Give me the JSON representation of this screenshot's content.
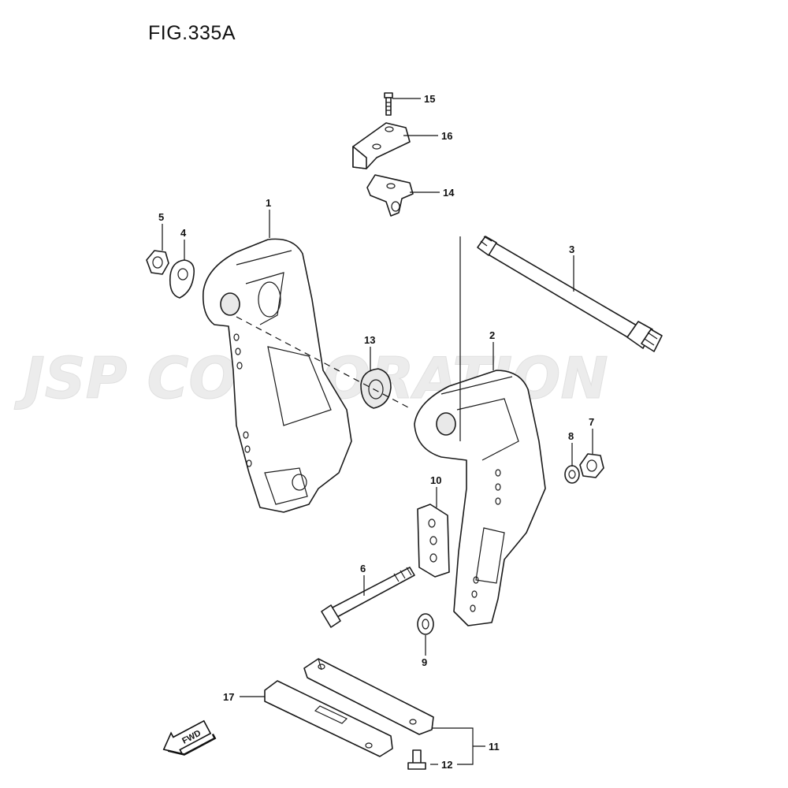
{
  "figure": {
    "title": "FIG.335A"
  },
  "watermark": {
    "text": "JSP CORPORATION"
  },
  "fwd_arrow": {
    "label": "FWD"
  },
  "parts": [
    {
      "ref": "1"
    },
    {
      "ref": "2"
    },
    {
      "ref": "3"
    },
    {
      "ref": "4"
    },
    {
      "ref": "5"
    },
    {
      "ref": "6"
    },
    {
      "ref": "7"
    },
    {
      "ref": "8"
    },
    {
      "ref": "9"
    },
    {
      "ref": "10"
    },
    {
      "ref": "11"
    },
    {
      "ref": "12"
    },
    {
      "ref": "13"
    },
    {
      "ref": "14"
    },
    {
      "ref": "15"
    },
    {
      "ref": "16"
    },
    {
      "ref": "17"
    }
  ]
}
